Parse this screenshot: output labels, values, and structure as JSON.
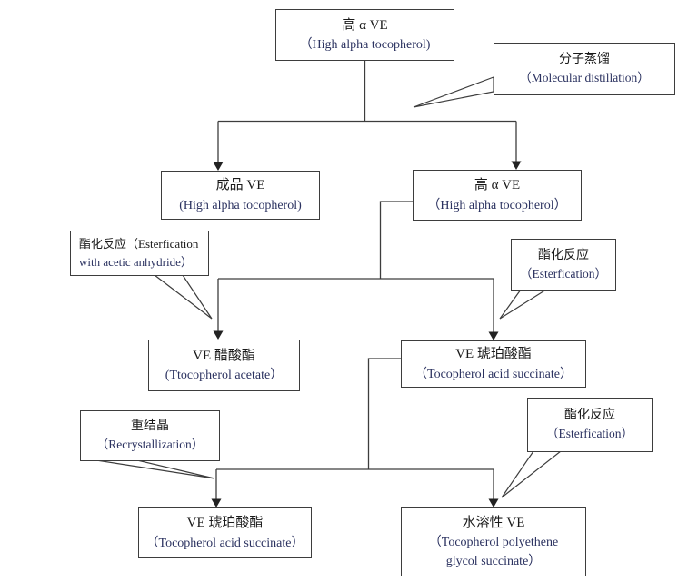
{
  "nodes": {
    "source": {
      "title": "高 α VE",
      "subtitle": "（High alpha tocopherol)"
    },
    "finished": {
      "title": "成品 VE",
      "subtitle": "(High alpha tocopherol)"
    },
    "high_alpha_refined": {
      "title": "高 α VE",
      "subtitle": "（High alpha tocopherol）"
    },
    "acetate": {
      "title": "VE 醋酸酯",
      "subtitle": "(Ttocopherol acetate）"
    },
    "succinate_intermediate": {
      "title": "VE 琥珀酸酯",
      "subtitle": "（Tocopherol acid succinate）"
    },
    "succinate_final": {
      "title": "VE 琥珀酸酯",
      "subtitle": "（Tocopherol acid succinate）"
    },
    "water_soluble": {
      "title": "水溶性 VE",
      "subtitle_line1": "（Tocopherol polyethene",
      "subtitle_line2": "glycol succinate）"
    }
  },
  "callouts": {
    "molecular_distillation": {
      "title": "分子蒸馏",
      "subtitle": "（Molecular distillation）"
    },
    "esterification_acetic": {
      "line1": "酯化反应（Esterfication",
      "line2": "with acetic anhydride）"
    },
    "esterification_succinate": {
      "title": "酯化反应",
      "subtitle": "（Esterfication）"
    },
    "recrystallization": {
      "title": "重结晶",
      "subtitle": "（Recrystallization）"
    },
    "esterification_water_soluble": {
      "title": "酯化反应",
      "subtitle": "（Esterfication）"
    }
  },
  "colors": {
    "line": "#3d3d3d",
    "chinese_text": "#1a1a1a",
    "english_text": "#2b3260",
    "background": "#ffffff"
  }
}
